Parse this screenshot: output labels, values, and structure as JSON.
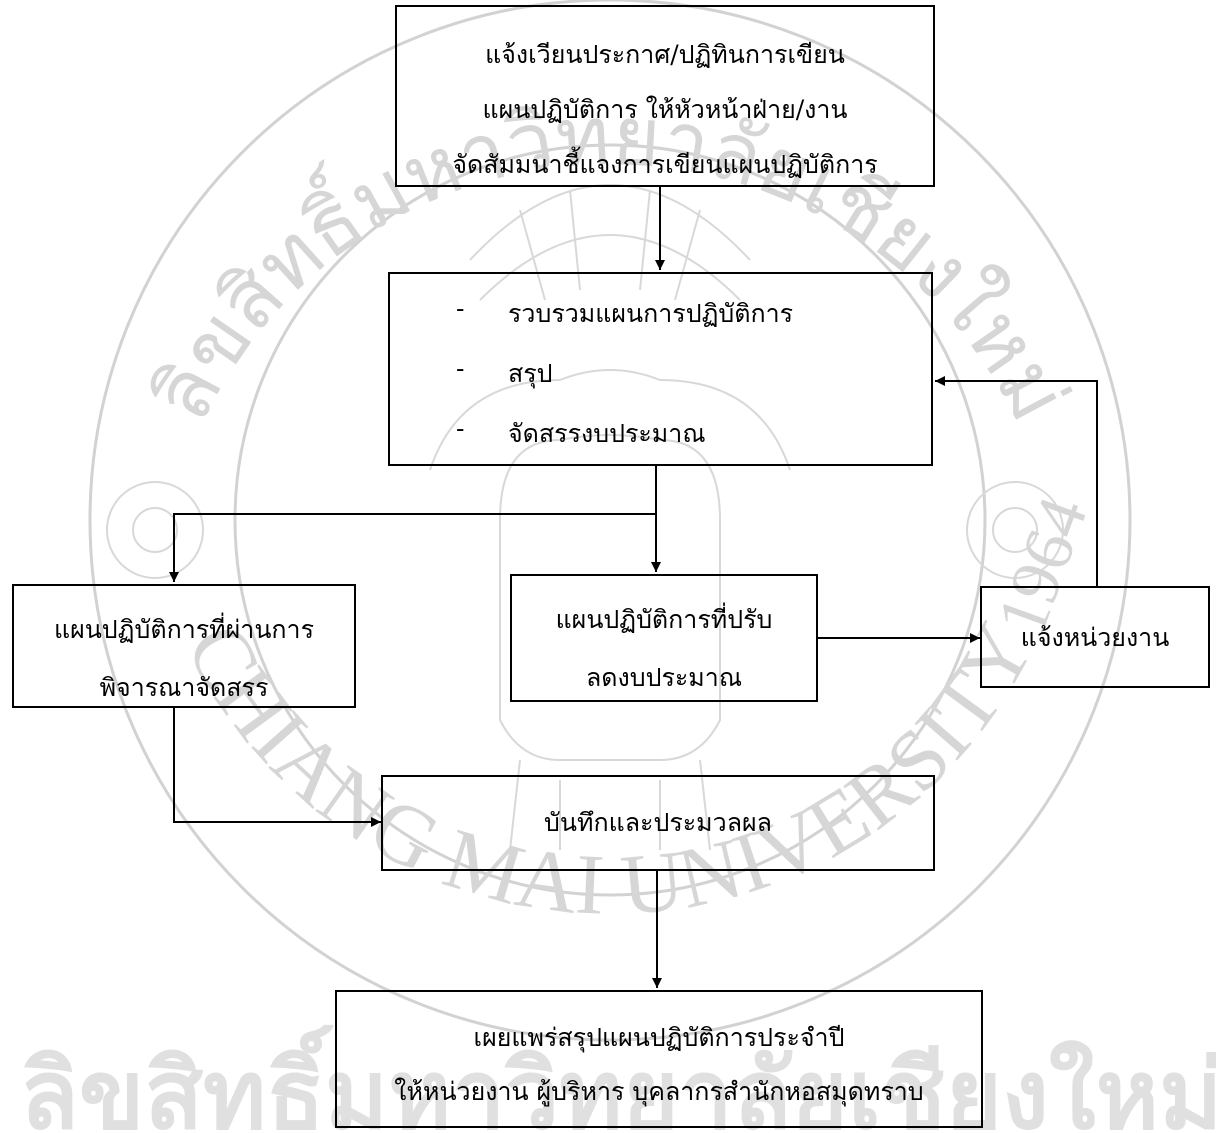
{
  "watermark": {
    "arc_top_text": "ลิขสิทธิ์มหาวิทยาลัยเชียงใหม่",
    "arc_bottom_text": "CHIANG MAI UNIVERSITY",
    "year": "1964",
    "bottom_banner_text": "ลิขสิทธิ์มหาวิทยาลัยเชียงใหม่",
    "color": "#cfcfcf"
  },
  "boxes": {
    "announce": {
      "lines": [
        "แจ้งเวียนประกาศ/ปฏิทินการเขียน",
        "แผนปฏิบัติการ ให้หัวหน้าฝ่าย/งาน",
        "จัดสัมมนาชี้แจงการเขียนแผนปฏิบัติการ"
      ]
    },
    "collect": {
      "items": [
        "รวบรวมแผนการปฏิบัติการ",
        "สรุป",
        "จัดสรรงบประมาณ"
      ],
      "bullet": "-"
    },
    "approved": {
      "lines": [
        "แผนปฏิบัติการที่ผ่านการ",
        "พิจารณาจัดสรร"
      ]
    },
    "reduced": {
      "lines": [
        "แผนปฏิบัติการที่ปรับ",
        "ลดงบประมาณ"
      ]
    },
    "notify": {
      "lines": [
        "แจ้งหน่วยงาน"
      ]
    },
    "record": {
      "lines": [
        "บันทึกและประมวลผล"
      ]
    },
    "publish": {
      "lines": [
        "เผยแพร่สรุปแผนปฏิบัติการประจำปี",
        "ให้หน่วยงาน ผู้บริหาร บุคลากรสำนักหอสมุดทราบ"
      ]
    }
  }
}
